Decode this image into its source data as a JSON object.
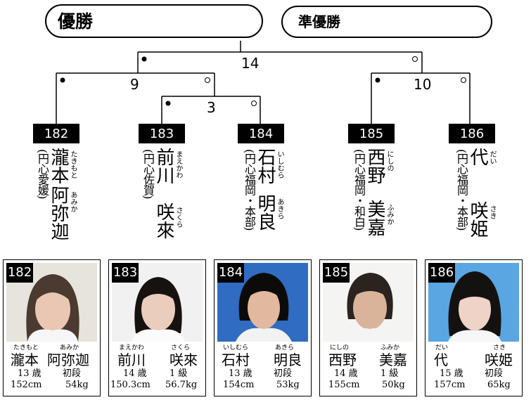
{
  "results": {
    "champion_label": "優勝",
    "runner_up_label": "準優勝"
  },
  "bracket": {
    "final_score": "14",
    "semi_left_score": "9",
    "quarter_score": "3",
    "semi_right_score": "10"
  },
  "athletes": [
    {
      "number": "182",
      "family": "瀧本",
      "given": "阿弥迦",
      "family_ruby": "たきもと",
      "given_ruby": "あみか",
      "org": "(円心愛媛)",
      "age": "13 歳",
      "rank": "初段",
      "height": "152cm",
      "weight": "54kg",
      "photo_bg": "#e6e4dc",
      "hair": "#4a3a30"
    },
    {
      "number": "183",
      "family": "前川",
      "given": "咲來",
      "family_ruby": "まえかわ",
      "given_ruby": "さくら",
      "org": "(円心佐賀)",
      "age": "14 歳",
      "rank": "1 級",
      "height": "150.3cm",
      "weight": "56.7kg",
      "photo_bg": "#f1f1f1",
      "hair": "#16120f"
    },
    {
      "number": "184",
      "family": "石村",
      "given": "明良",
      "family_ruby": "いしむら",
      "given_ruby": "あきら",
      "org": "(円心福岡・本部)",
      "age": "13 歳",
      "rank": "初段",
      "height": "154cm",
      "weight": "53kg",
      "photo_bg": "#2f6cc2",
      "hair": "#0d0b0a"
    },
    {
      "number": "185",
      "family": "西野",
      "given": "美嘉",
      "family_ruby": "にしの",
      "given_ruby": "ふみか",
      "org": "(円心福岡・和白)",
      "age": "14 歳",
      "rank": "1 級",
      "height": "155cm",
      "weight": "50kg",
      "photo_bg": "#f4f4f2",
      "hair": "#2a231e"
    },
    {
      "number": "186",
      "family": "代",
      "given": "咲姫",
      "family_ruby": "だい",
      "given_ruby": "さき",
      "org": "(円心福岡・本部)",
      "age": "15 歳",
      "rank": "初段",
      "height": "157cm",
      "weight": "65kg",
      "photo_bg": "#5aa6e2",
      "hair": "#141211"
    }
  ]
}
